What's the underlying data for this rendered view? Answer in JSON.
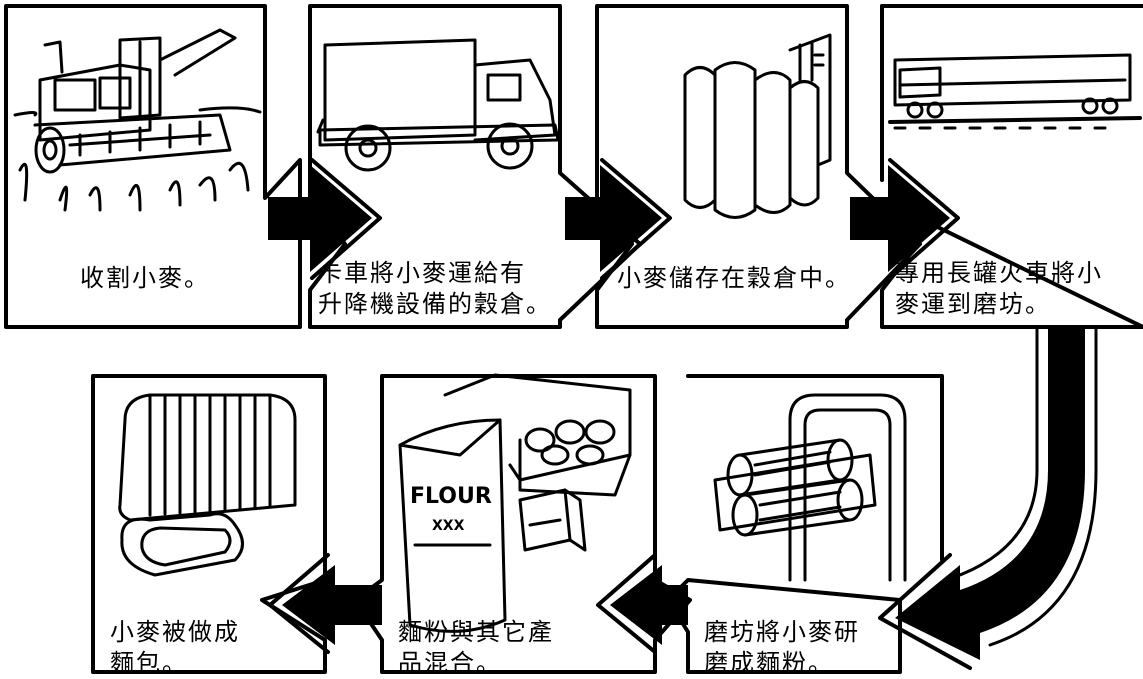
{
  "diagram": {
    "steps": [
      {
        "caption": "收割小麥。",
        "icon": "combine-harvester-icon"
      },
      {
        "caption": "卡車將小麥運給有\n升降機設備的穀倉。",
        "icon": "truck-icon"
      },
      {
        "caption": "小麥儲存在穀倉中。",
        "icon": "grain-silo-icon"
      },
      {
        "caption": "專用長罐火車將小\n麥運到磨坊。",
        "icon": "hopper-railcar-icon"
      },
      {
        "caption": "磨坊將小麥研\n磨成麵粉。",
        "icon": "roller-mill-icon"
      },
      {
        "caption": "麵粉與其它產\n品混合。",
        "icon": "flour-and-eggs-icon"
      },
      {
        "caption": "小麥被做成\n麵包。",
        "icon": "bread-loaf-icon"
      }
    ],
    "flour_bag": {
      "label": "FLOUR",
      "grade": "XXX"
    }
  }
}
